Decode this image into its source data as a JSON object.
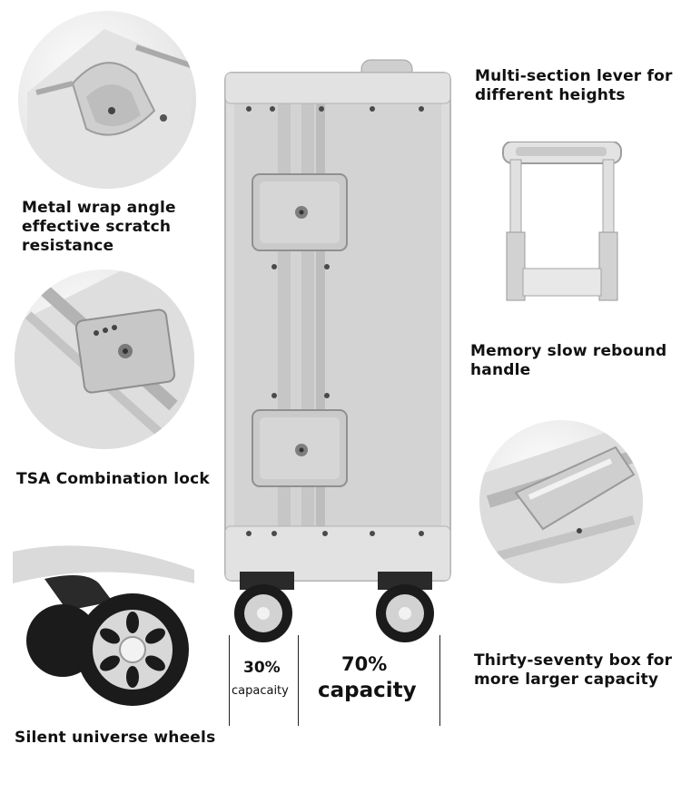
{
  "labels": {
    "metal_wrap": [
      "Metal wrap angle",
      "effective scratch",
      "resistance"
    ],
    "tsa_lock": "TSA Combination lock",
    "wheels": "Silent universe wheels",
    "lever": [
      "Multi-section lever for",
      "different heights"
    ],
    "handle": [
      "Memory slow rebound",
      "handle"
    ],
    "box": [
      "Thirty-seventy box for",
      "more larger capacity"
    ]
  },
  "capacity": {
    "small_pct": "30%",
    "small_word": "capacaity",
    "large_pct": "70%",
    "large_word": "capacity"
  },
  "colors": {
    "aluminum": "#d9d9d9",
    "aluminum_dark": "#a9a9a9",
    "wheel": "#1b1b1b"
  }
}
